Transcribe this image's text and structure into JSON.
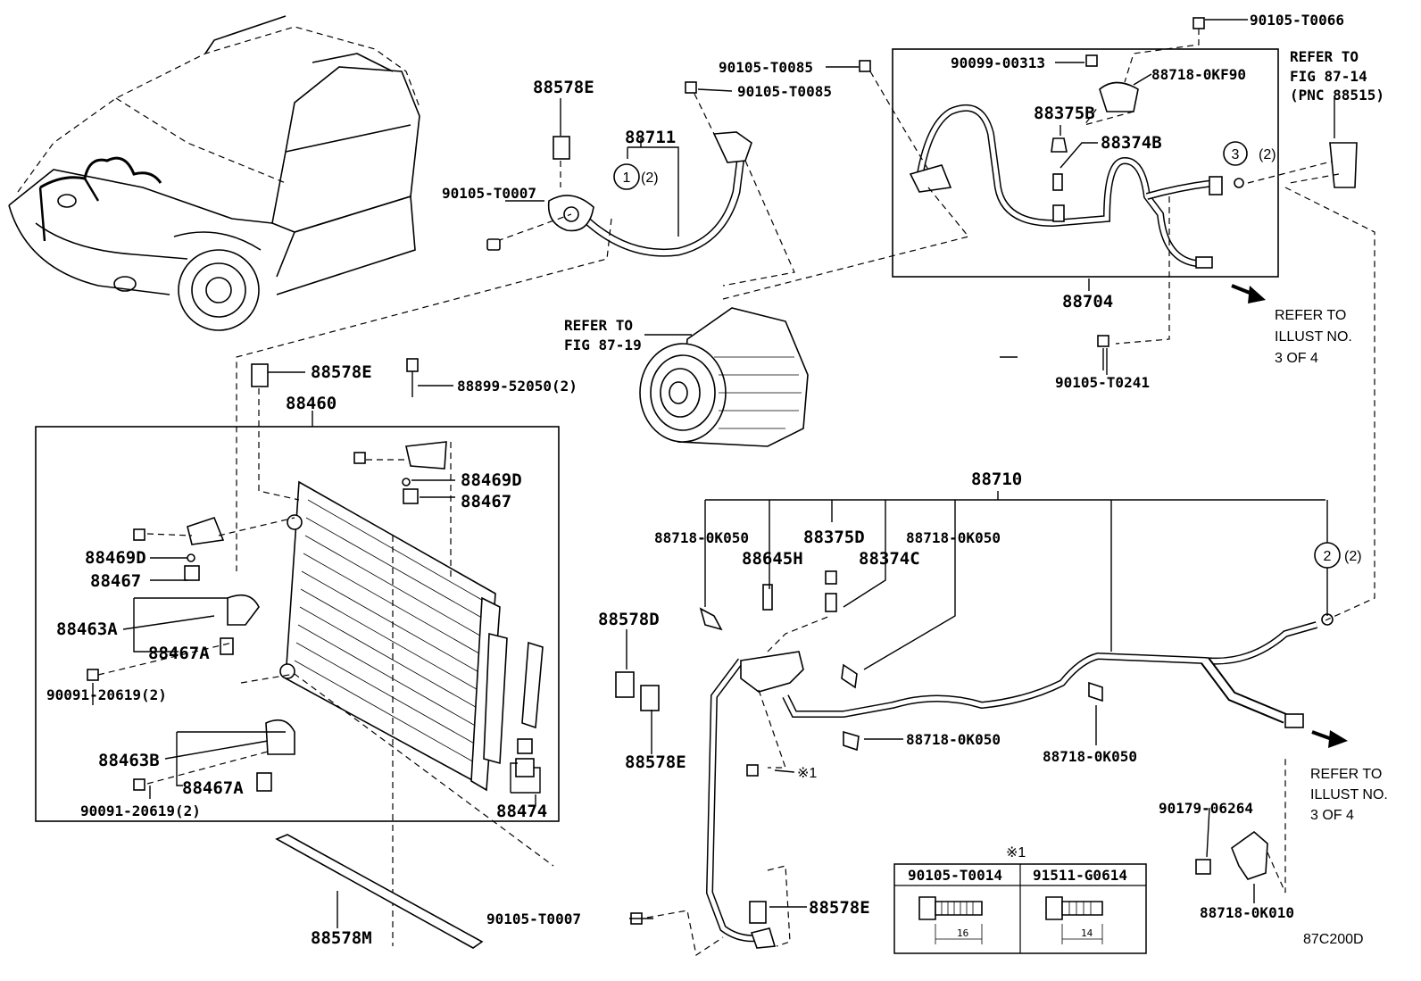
{
  "labels": {
    "p90105_T0066": "90105-T0066",
    "p90105_T0085_a": "90105-T0085",
    "p90105_T0085_b": "90105-T0085",
    "p90099_00313": "90099-00313",
    "p88718_0KF90": "88718-0KF90",
    "p88578E_top": "88578E",
    "p88711": "88711",
    "p88375B": "88375B",
    "p88374B": "88374B",
    "p90105_T0007_top": "90105-T0007",
    "p88704": "88704",
    "p90105_T0241": "90105-T0241",
    "p88578E_mid": "88578E",
    "p88899_52050": "88899-52050(2)",
    "p88460": "88460",
    "p88469D_a": "88469D",
    "p88467_a": "88467",
    "p88469D_b": "88469D",
    "p88467_b": "88467",
    "p88463A": "88463A",
    "p88467A_a": "88467A",
    "p90091_a": "90091-20619(2)",
    "p88463B": "88463B",
    "p88467A_b": "88467A",
    "p90091_b": "90091-20619(2)",
    "p88474": "88474",
    "p88578M": "88578M",
    "p88710": "88710",
    "p88718_0K050_a": "88718-0K050",
    "p88375D": "88375D",
    "p88718_0K050_b": "88718-0K050",
    "p88645H": "88645H",
    "p88374C": "88374C",
    "p88578D": "88578D",
    "p88578E_low": "88578E",
    "p88718_0K050_c": "88718-0K050",
    "p88718_0K050_d": "88718-0K050",
    "p88578E_bot": "88578E",
    "p90105_T0007_bot": "90105-T0007",
    "p90179_06264": "90179-06264",
    "p88718_0K010": "88718-0K010",
    "mark1": "※1",
    "qty2": "(2)"
  },
  "refs": {
    "fig87_14": [
      "REFER TO",
      "FIG 87-14",
      "(PNC 88515)"
    ],
    "fig87_19": [
      "REFER TO",
      "FIG 87-19"
    ],
    "illust_a": [
      "REFER TO",
      "ILLUST NO.",
      "3 OF 4"
    ],
    "illust_b": [
      "REFER TO",
      "ILLUST NO.",
      "3 OF 4"
    ]
  },
  "circles": {
    "c1": "1",
    "c2": "2",
    "c3": "3"
  },
  "bolt_table": {
    "title": "※1",
    "columns": [
      "90105-T0014",
      "91511-G0614"
    ],
    "lengths": [
      "16",
      "14"
    ]
  },
  "figure_code": "87C200D"
}
